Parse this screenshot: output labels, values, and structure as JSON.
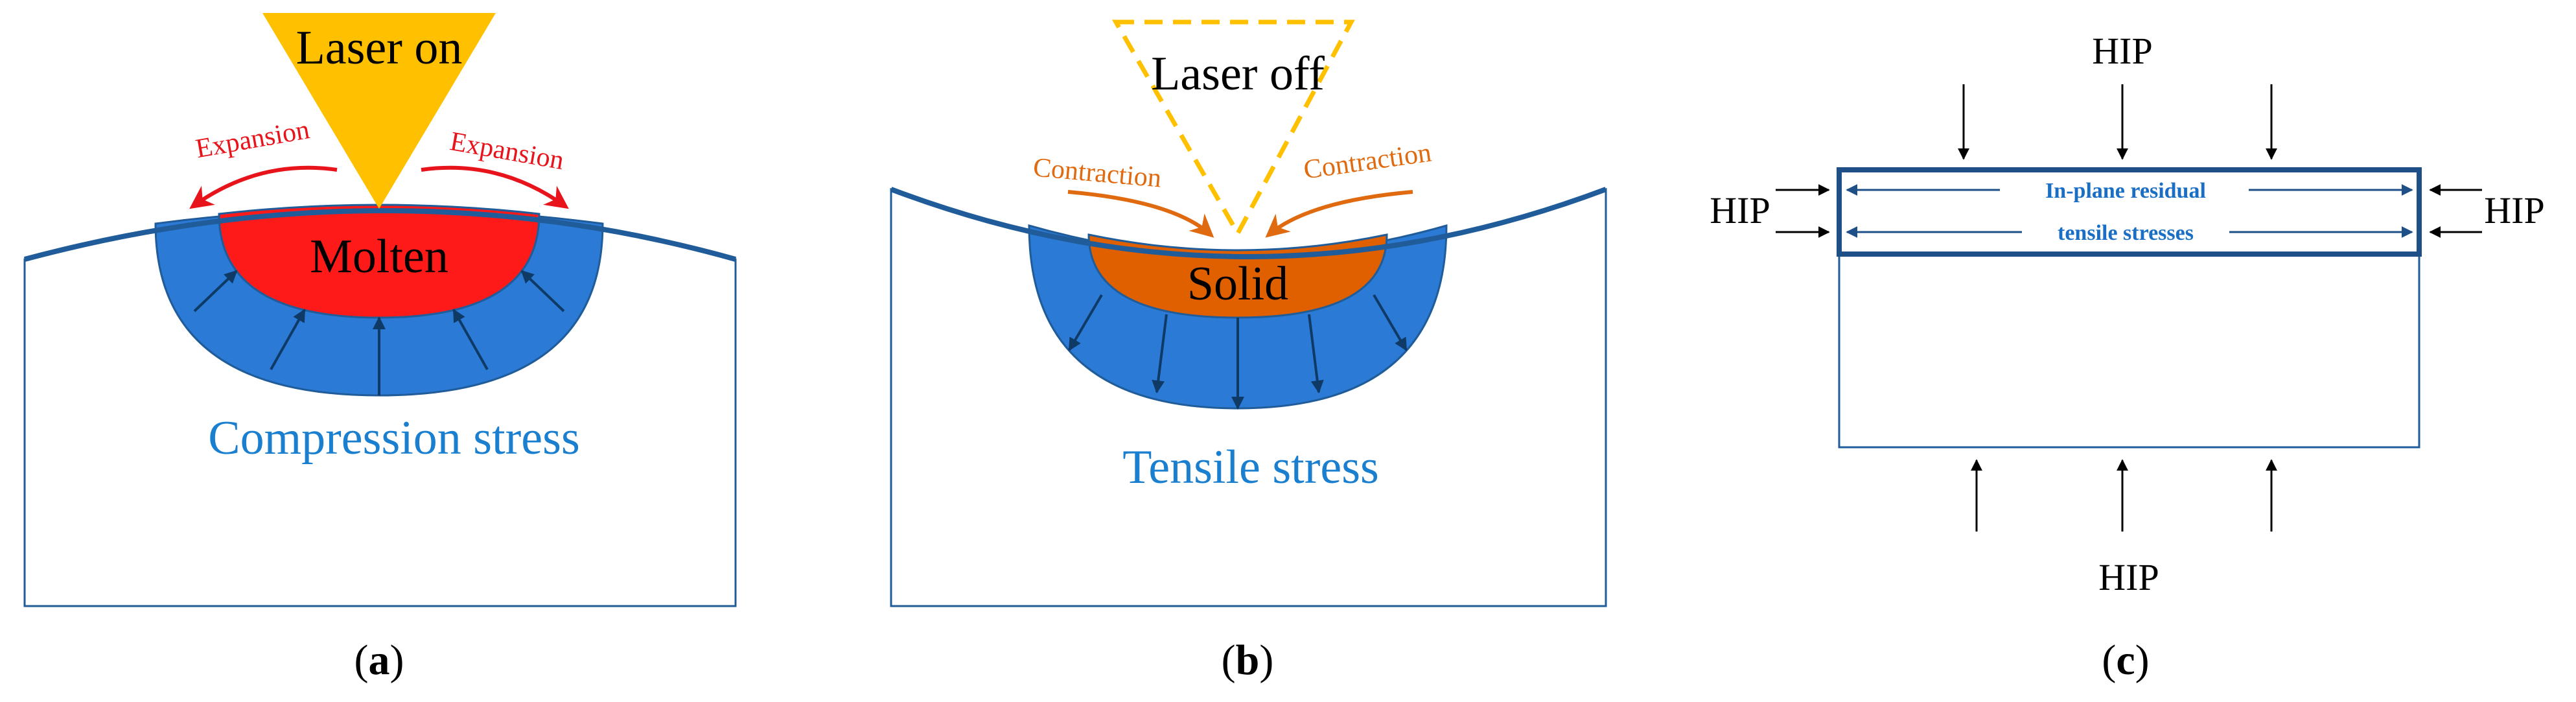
{
  "colors": {
    "outline": "#1f5c99",
    "blue_zone": "#2b7bd6",
    "dark_arrow": "#0f3a66",
    "laser_fill": "#ffc000",
    "molten": "#ff1a1a",
    "solid": "#e06000",
    "red_text": "#e8141b",
    "orange_text": "#e06a10",
    "blue_text": "#1a7fcf",
    "frame": "#1e4f86"
  },
  "panel_a": {
    "laser_label": "Laser on",
    "expansion_left": "Expansion",
    "expansion_right": "Expansion",
    "pool_label": "Molten",
    "stress_label": "Compression stress",
    "tag_open": "(",
    "tag_letter": "a",
    "tag_close": ")"
  },
  "panel_b": {
    "laser_label": "Laser off",
    "contraction_left": "Contraction",
    "contraction_right": "Contraction",
    "pool_label": "Solid",
    "stress_label": "Tensile stress",
    "tag_open": "(",
    "tag_letter": "b",
    "tag_close": ")"
  },
  "panel_c": {
    "hip_top": "HIP",
    "hip_left": "HIP",
    "hip_right": "HIP",
    "hip_bottom": "HIP",
    "residual_line1": "In-plane residual",
    "residual_line2": "tensile stresses",
    "tag_open": "(",
    "tag_letter": "c",
    "tag_close": ")"
  }
}
